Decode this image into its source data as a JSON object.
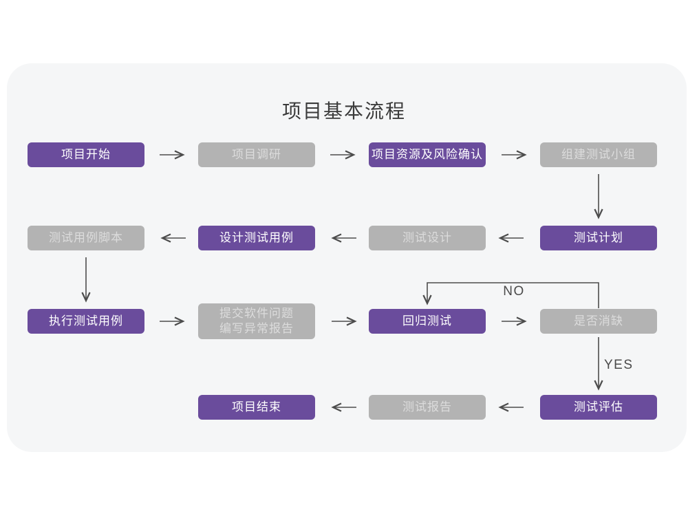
{
  "title": "项目基本流程",
  "colors": {
    "purple": "#6a4c9c",
    "gray": "#b3b3b3",
    "card_bg": "#f5f6f7",
    "arrow": "#4c4c4c",
    "title_text": "#3b3b3b",
    "branch_text": "#4a4a4a",
    "text_on_purple": "#ffffff",
    "text_on_gray": "#dcdcdc"
  },
  "branch_labels": {
    "no": "NO",
    "yes": "YES"
  },
  "nodes": [
    {
      "id": "project-start",
      "label": "项目开始",
      "variant": "purple"
    },
    {
      "id": "project-research",
      "label": "项目调研",
      "variant": "gray"
    },
    {
      "id": "resource-risk",
      "label": "项目资源及风险确认",
      "variant": "purple"
    },
    {
      "id": "build-team",
      "label": "组建测试小组",
      "variant": "gray"
    },
    {
      "id": "test-plan",
      "label": "测试计划",
      "variant": "purple"
    },
    {
      "id": "test-design",
      "label": "测试设计",
      "variant": "gray"
    },
    {
      "id": "design-cases",
      "label": "设计测试用例",
      "variant": "purple"
    },
    {
      "id": "case-scripts",
      "label": "测试用例脚本",
      "variant": "gray"
    },
    {
      "id": "execute-cases",
      "label": "执行测试用例",
      "variant": "purple"
    },
    {
      "id": "submit-issues",
      "label": "提交软件问题\n编写异常报告",
      "variant": "gray"
    },
    {
      "id": "regression-test",
      "label": "回归测试",
      "variant": "purple"
    },
    {
      "id": "defect-cleared",
      "label": "是否消缺",
      "variant": "gray"
    },
    {
      "id": "test-evaluate",
      "label": "测试评估",
      "variant": "purple"
    },
    {
      "id": "test-report",
      "label": "测试报告",
      "variant": "gray"
    },
    {
      "id": "project-end",
      "label": "项目结束",
      "variant": "purple"
    }
  ]
}
